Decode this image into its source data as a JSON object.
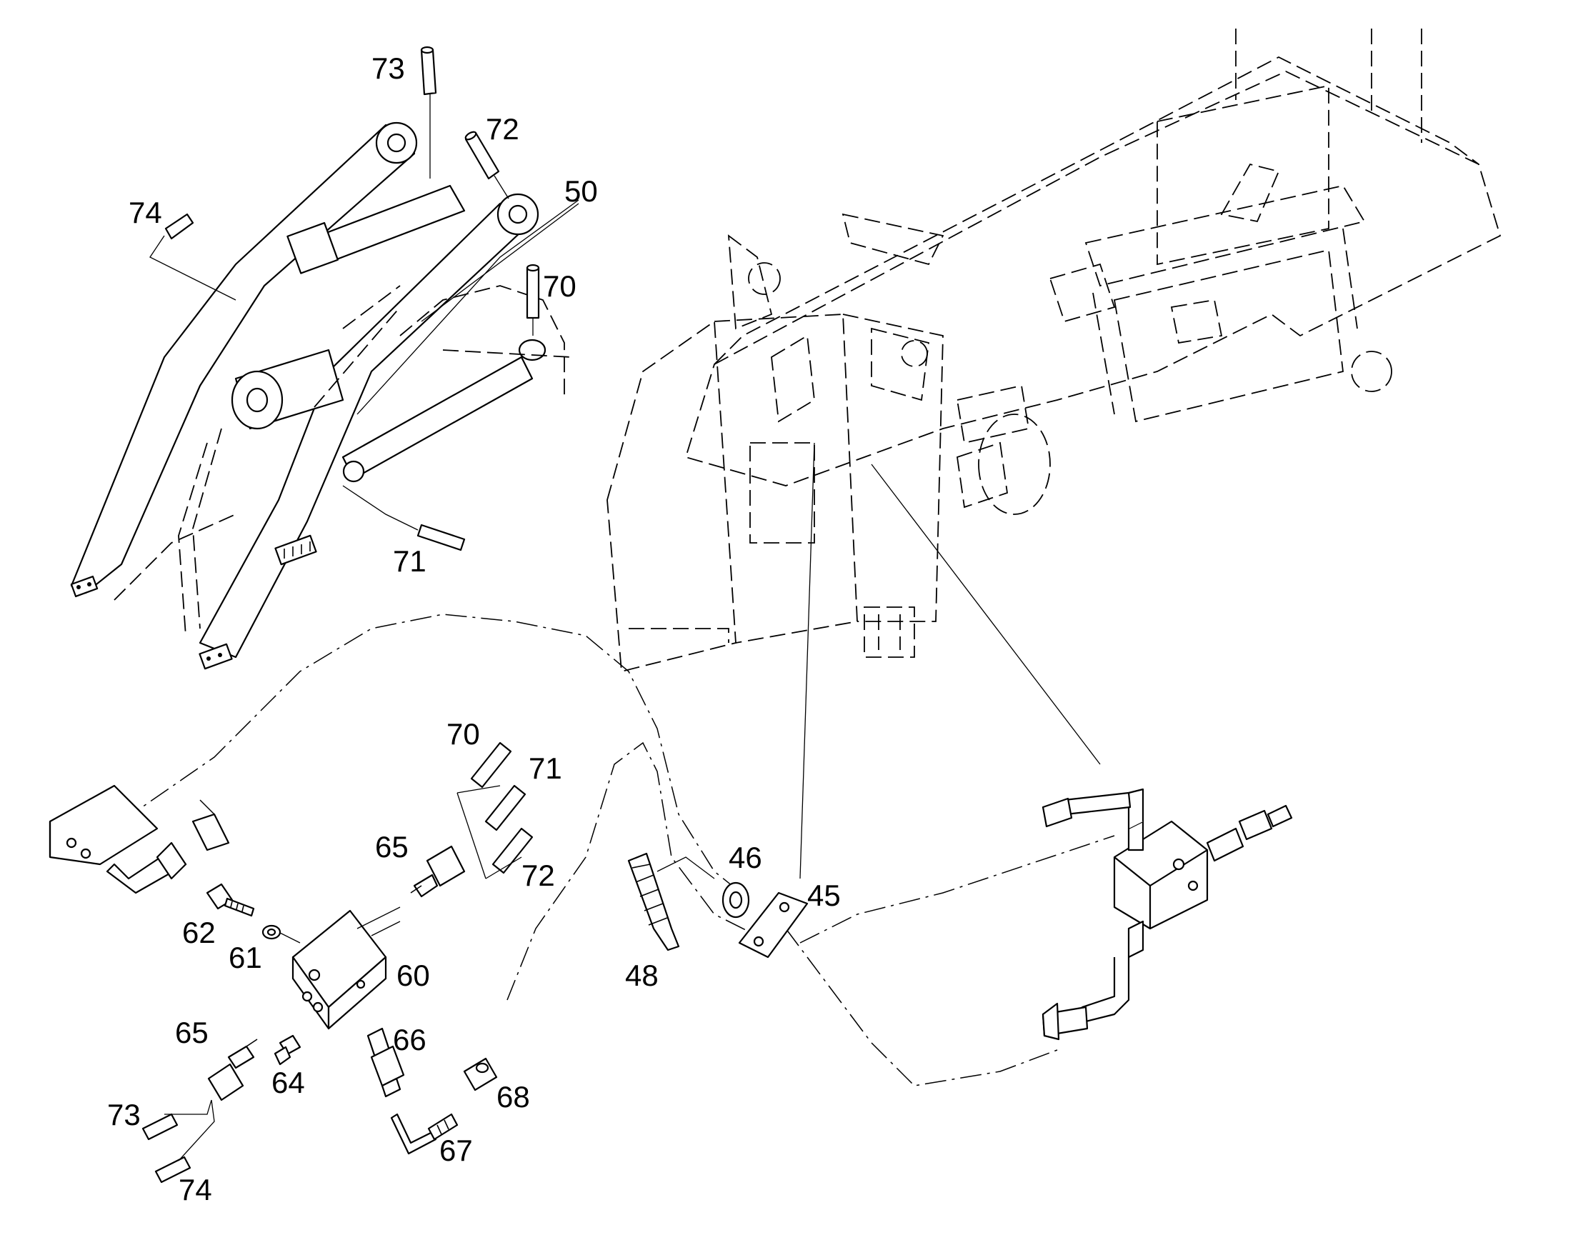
{
  "callouts": [
    {
      "id": "73a",
      "text": "73"
    },
    {
      "id": "72a",
      "text": "72"
    },
    {
      "id": "50",
      "text": "50"
    },
    {
      "id": "74a",
      "text": "74"
    },
    {
      "id": "70a",
      "text": "70"
    },
    {
      "id": "71a",
      "text": "71"
    },
    {
      "id": "70b",
      "text": "70"
    },
    {
      "id": "71b",
      "text": "71"
    },
    {
      "id": "72b",
      "text": "72"
    },
    {
      "id": "65a",
      "text": "65"
    },
    {
      "id": "62",
      "text": "62"
    },
    {
      "id": "61",
      "text": "61"
    },
    {
      "id": "60",
      "text": "60"
    },
    {
      "id": "65b",
      "text": "65"
    },
    {
      "id": "66",
      "text": "66"
    },
    {
      "id": "64",
      "text": "64"
    },
    {
      "id": "73b",
      "text": "73"
    },
    {
      "id": "74b",
      "text": "74"
    },
    {
      "id": "67",
      "text": "67"
    },
    {
      "id": "68",
      "text": "68"
    },
    {
      "id": "48",
      "text": "48"
    },
    {
      "id": "46",
      "text": "46"
    },
    {
      "id": "45",
      "text": "45"
    }
  ]
}
